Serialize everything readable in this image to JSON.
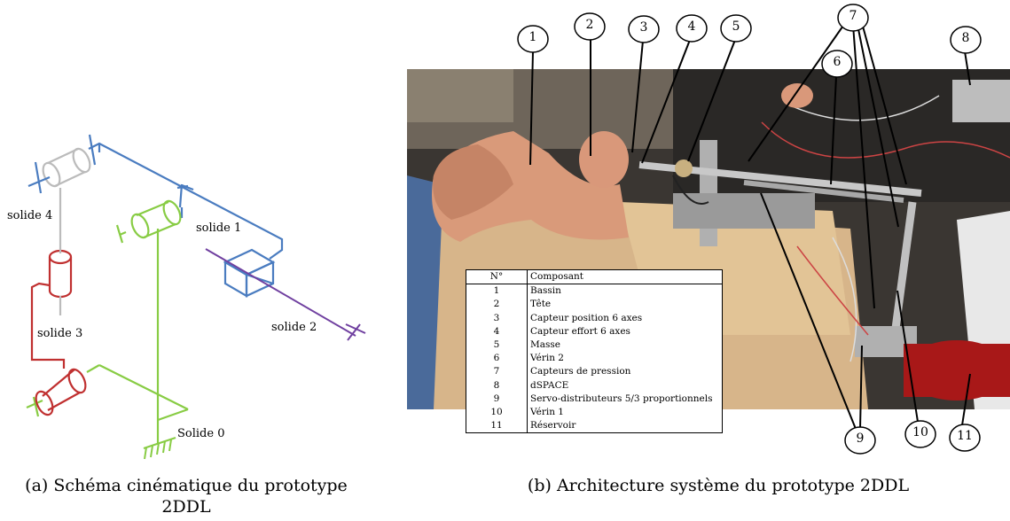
{
  "kinematic": {
    "labels": {
      "solide4": "solide 4",
      "solide1": "solide 1",
      "solide3": "solide 3",
      "solide2": "solide 2",
      "solide0": "Solide 0"
    },
    "colors": {
      "blue": "#4a7cc0",
      "green": "#88cc44",
      "red": "#c03030",
      "purple": "#7040a0",
      "gray": "#bbbbbb"
    }
  },
  "photo": {
    "callouts": [
      "1",
      "2",
      "3",
      "4",
      "5",
      "6",
      "7",
      "8",
      "9",
      "10",
      "11"
    ]
  },
  "table": {
    "header": [
      "N°",
      "Composant"
    ],
    "rows": [
      [
        "1",
        "Bassin"
      ],
      [
        "2",
        "Tête"
      ],
      [
        "3",
        "Capteur position 6 axes"
      ],
      [
        "4",
        "Capteur effort 6 axes"
      ],
      [
        "5",
        "Masse"
      ],
      [
        "6",
        "Vérin 2"
      ],
      [
        "7",
        "Capteurs de pression"
      ],
      [
        "8",
        "dSPACE"
      ],
      [
        "9",
        "Servo-distributeurs 5/3 proportionnels"
      ],
      [
        "10",
        "Vérin 1"
      ],
      [
        "11",
        "Réservoir"
      ]
    ]
  },
  "captions": {
    "a_line1": "(a) Schéma cinématique du prototype",
    "a_line2": "2DDL",
    "b": "(b) Architecture système du prototype 2DDL"
  }
}
